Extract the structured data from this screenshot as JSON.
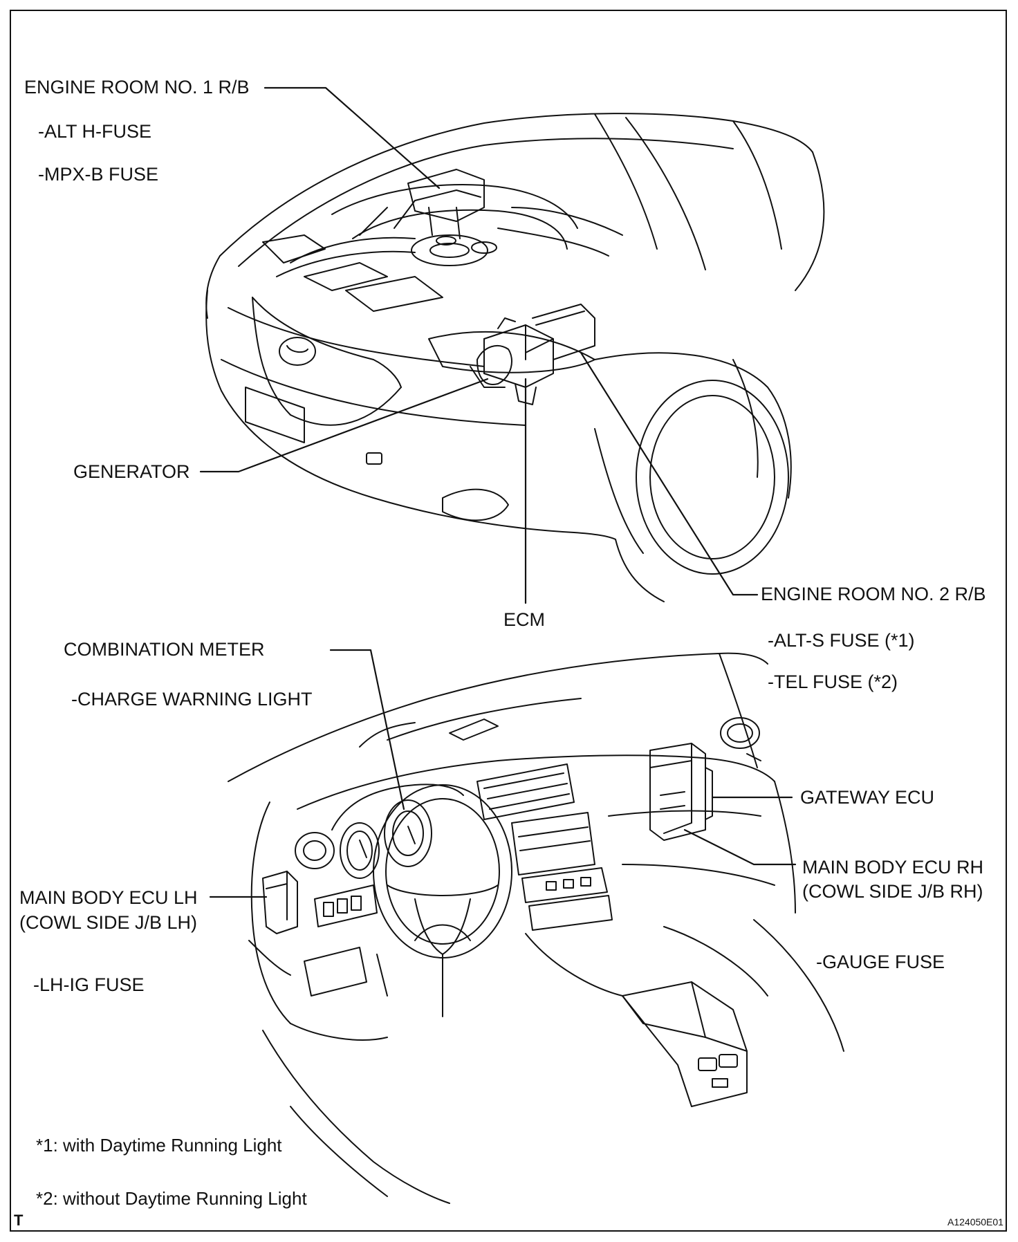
{
  "labels": {
    "engine_room_no1_rb": "ENGINE ROOM NO. 1 R/B",
    "alt_h_fuse": "-ALT H-FUSE",
    "mpx_b_fuse": "-MPX-B FUSE",
    "generator": "GENERATOR",
    "ecm": "ECM",
    "engine_room_no2_rb": "ENGINE ROOM NO. 2 R/B",
    "alt_s_fuse": "-ALT-S FUSE (*1)",
    "tel_fuse": "-TEL FUSE (*2)",
    "combination_meter": "COMBINATION METER",
    "charge_warning_light": "-CHARGE WARNING LIGHT",
    "gateway_ecu": "GATEWAY ECU",
    "main_body_ecu_rh_1": "MAIN BODY ECU RH",
    "main_body_ecu_rh_2": "(COWL SIDE J/B RH)",
    "main_body_ecu_lh_1": "MAIN BODY ECU LH",
    "main_body_ecu_lh_2": "(COWL SIDE J/B LH)",
    "gauge_fuse": "-GAUGE FUSE",
    "lh_ig_fuse": "-LH-IG FUSE"
  },
  "notes": {
    "note1": "*1: with Daytime Running Light",
    "note2": "*2: without Daytime Running Light"
  },
  "corner_tag": "T",
  "figure_id": "A124050E01"
}
